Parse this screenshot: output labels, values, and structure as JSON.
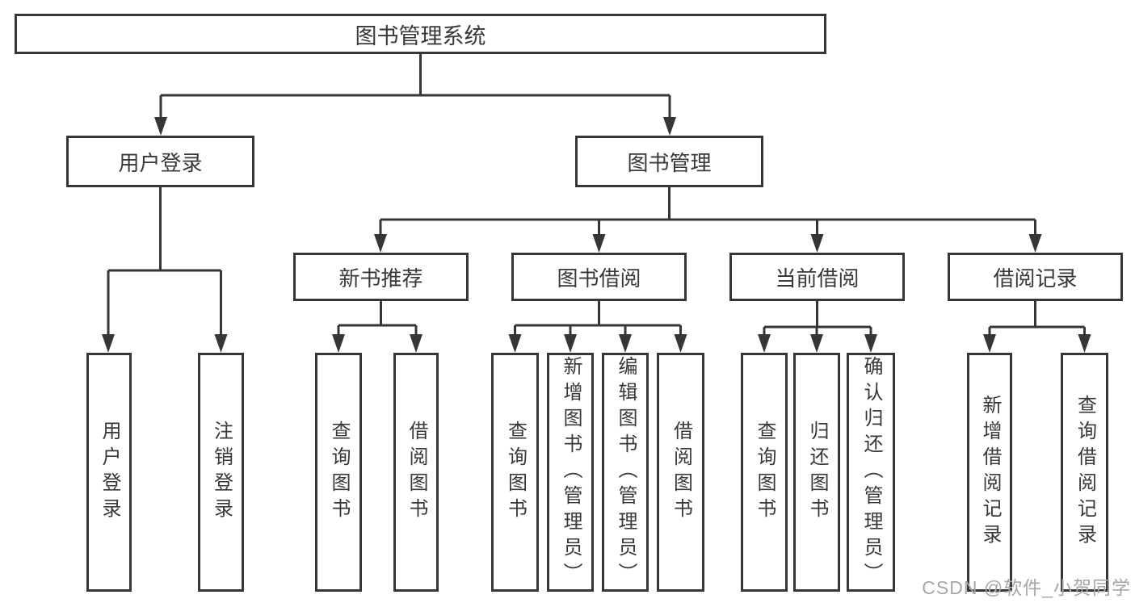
{
  "diagram": {
    "type": "hierarchy-tree",
    "title": "图书管理系统",
    "colors": {
      "line": "#363636",
      "text": "#383838",
      "background": "#ffffff",
      "box_fill": "#ffffff",
      "watermark": "#a6a6a6"
    },
    "nodes": {
      "root": {
        "label": "图书管理系统"
      },
      "level2": [
        {
          "label": "用户登录",
          "parent": "图书管理系统"
        },
        {
          "label": "图书管理",
          "parent": "图书管理系统"
        }
      ],
      "level3": [
        {
          "label": "新书推荐",
          "parent": "图书管理"
        },
        {
          "label": "图书借阅",
          "parent": "图书管理"
        },
        {
          "label": "当前借阅",
          "parent": "图书管理"
        },
        {
          "label": "借阅记录",
          "parent": "图书管理"
        }
      ],
      "leaves": [
        {
          "label": "用户登录",
          "parent": "用户登录"
        },
        {
          "label": "注销登录",
          "parent": "用户登录"
        },
        {
          "label": "查询图书",
          "parent": "新书推荐"
        },
        {
          "label": "借阅图书",
          "parent": "新书推荐"
        },
        {
          "label": "查询图书",
          "parent": "图书借阅"
        },
        {
          "label": "新增图书（管理员）",
          "parent": "图书借阅"
        },
        {
          "label": "编辑图书（管理员）",
          "parent": "图书借阅"
        },
        {
          "label": "借阅图书",
          "parent": "图书借阅"
        },
        {
          "label": "查询图书",
          "parent": "当前借阅"
        },
        {
          "label": "归还图书",
          "parent": "当前借阅"
        },
        {
          "label": "确认归还（管理员）",
          "parent": "当前借阅"
        },
        {
          "label": "新增借阅记录",
          "parent": "借阅记录"
        },
        {
          "label": "查询借阅记录",
          "parent": "借阅记录"
        }
      ]
    }
  },
  "watermark": {
    "text": "CSDN @软件_小贺同学"
  }
}
